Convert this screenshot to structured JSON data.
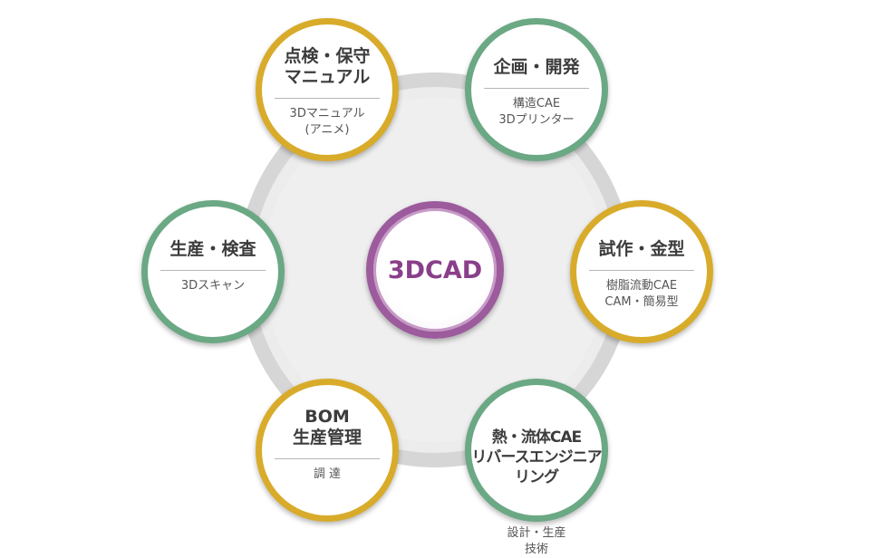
{
  "center": {
    "label": "3DCAD",
    "color": "#8a3f8a"
  },
  "colors": {
    "gold": "#d8ab2a",
    "green": "#6ba884",
    "ring": "#d6d6d6",
    "center_border": "#9c5b9c"
  },
  "nodes": [
    {
      "id": "maintenance",
      "title": "点検・保守\nマニュアル",
      "sub": "3Dマニュアル\n(アニメ)",
      "ring": "gold"
    },
    {
      "id": "planning",
      "title": "企画・開発",
      "sub": "構造CAE\n3Dプリンター",
      "ring": "green"
    },
    {
      "id": "prototype",
      "title": "試作・金型",
      "sub": "樹脂流動CAE\nCAM・簡易型",
      "ring": "gold"
    },
    {
      "id": "thermal",
      "title": "熱・流体CAE\nリバースエンジニアリング",
      "sub": "設計・生産\n技術",
      "ring": "green"
    },
    {
      "id": "bom",
      "title": "BOM\n生産管理",
      "sub": "調 達",
      "ring": "gold"
    },
    {
      "id": "production",
      "title": "生産・検査",
      "sub": "3Dスキャン",
      "ring": "green"
    }
  ]
}
